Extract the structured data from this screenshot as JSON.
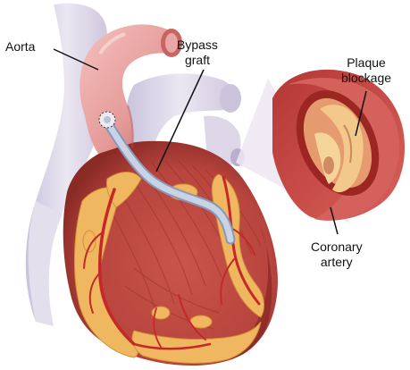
{
  "labels": {
    "aorta": "Aorta",
    "bypass_graft": "Bypass\ngraft",
    "plaque_blockage": "Plaque\nblockage",
    "coronary_artery": "Coronary\nartery"
  },
  "colors": {
    "muscle_red": "#b8453e",
    "muscle_dark": "#8a2a25",
    "fat_yellow": "#efb860",
    "aorta_pink": "#e59a98",
    "vessel_lavender": "#d9d4e6",
    "graft_blue": "#b6c4dc",
    "artery_red": "#c6282a",
    "callout_lavender": "#ece6f1"
  }
}
